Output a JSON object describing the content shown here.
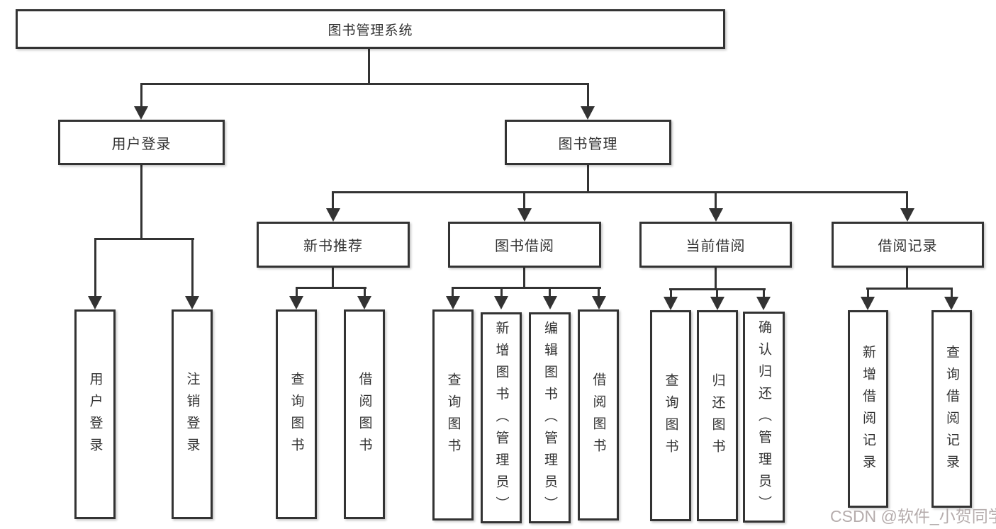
{
  "diagram": {
    "root": "图书管理系统",
    "level2": {
      "user_login": "用户登录",
      "book_management": "图书管理"
    },
    "level3": {
      "new_books": "新书推荐",
      "book_borrowing": "图书借阅",
      "current_borrowing": "当前借阅",
      "borrowing_records": "借阅记录"
    },
    "leaves": {
      "user": [
        "用户登录",
        "注销登录"
      ],
      "new_books": [
        "查询图书",
        "借阅图书"
      ],
      "book_borrowing": [
        "查询图书",
        "新增图书（管理员）",
        "编辑图书（管理员）",
        "借阅图书"
      ],
      "current_borrowing": [
        "查询图书",
        "归还图书",
        "确认归还（管理员）"
      ],
      "borrowing_records": [
        "新增借阅记录",
        "查询借阅记录"
      ]
    }
  },
  "watermark": "CSDN @软件_小贺同学",
  "colors": {
    "line": "#333333",
    "text": "#333333",
    "watermark": "#b5acac",
    "background": "#ffffff"
  }
}
